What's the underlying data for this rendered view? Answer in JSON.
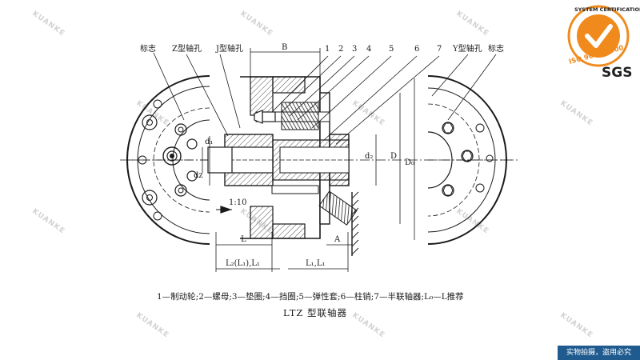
{
  "labels": {
    "mark_left": "标志",
    "z_bore": "Z型轴孔",
    "j_bore": "J型轴孔",
    "part_1": "1",
    "part_2": "2",
    "part_3": "3",
    "part_4": "4",
    "part_5": "5",
    "part_6": "6",
    "part_7": "7",
    "y_bore": "Y型轴孔",
    "mark_right": "标志",
    "dim_b": "B",
    "dim_d": "D",
    "dim_d0": "D₀",
    "dim_d1": "d₁",
    "dim_d2": "d₂",
    "dim_dz": "dz",
    "taper": "1:10",
    "dim_l": "L",
    "dim_a": "A",
    "dim_l1_combo": "L₂(L₁),L₁",
    "dim_l1_combo_right": "L₁,L₁"
  },
  "caption": "1—制动轮;2—螺母;3—垫圈;4—挡圈;5—弹性套;6—柱销;7—半联轴器;L₀—L推荐",
  "title": "LTZ 型联轴器",
  "watermark": {
    "brand": "KUANKE"
  },
  "logo": {
    "arc_text": "SYSTEM CERTIFICATION",
    "iso_text": "ISO 9001:2000",
    "sgs": "SGS",
    "color": "#f08a1c"
  },
  "badge": "实物拍摄，盗用必究"
}
